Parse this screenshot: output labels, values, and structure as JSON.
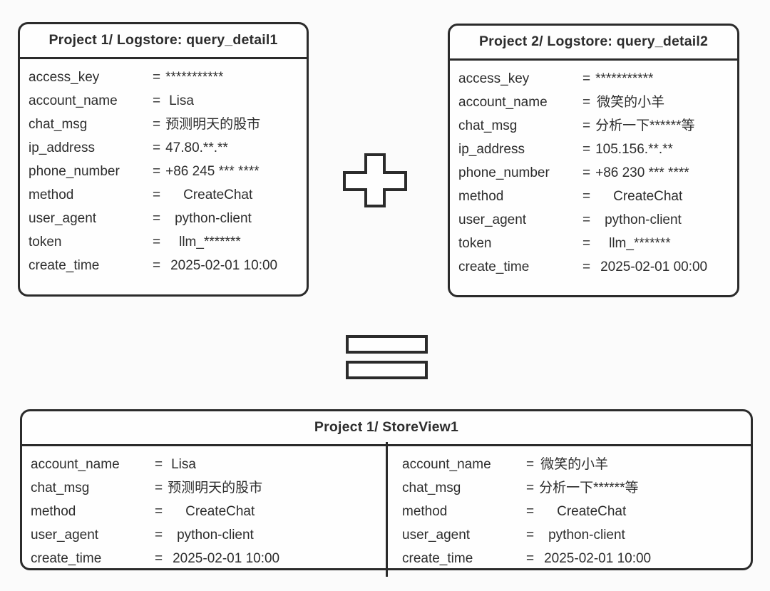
{
  "colors": {
    "border": "#2b2b2b",
    "text": "#2d2d2d",
    "box_background": "#fefefe",
    "page_background": "#fbfbfb"
  },
  "eq": "=",
  "icons": {
    "plus": "plus-icon",
    "equals": "equals-icon"
  },
  "boxes": {
    "top_left": {
      "title": "Project 1/ Logstore: query_detail1",
      "rows": [
        {
          "k": "access_key",
          "v": "***********",
          "pad": 7
        },
        {
          "k": "account_name",
          "v": "Lisa",
          "pad": 12
        },
        {
          "k": "chat_msg",
          "v": "预测明天的股市",
          "pad": 7
        },
        {
          "k": "ip_address",
          "v": "47.80.**.**",
          "pad": 7
        },
        {
          "k": "phone_number",
          "v": "+86 245 *** ****",
          "pad": 7
        },
        {
          "k": "method",
          "v": "CreateChat",
          "pad": 32
        },
        {
          "k": "user_agent",
          "v": "python-client",
          "pad": 20
        },
        {
          "k": "token",
          "v": "llm_*******",
          "pad": 26
        },
        {
          "k": "create_time",
          "v": "2025-02-01 10:00",
          "pad": 14
        }
      ]
    },
    "top_right": {
      "title": "Project 2/ Logstore: query_detail2",
      "rows": [
        {
          "k": "access_key",
          "v": "***********",
          "pad": 7
        },
        {
          "k": "account_name",
          "v": "微笑的小羊",
          "pad": 9
        },
        {
          "k": "chat_msg",
          "v": "分析一下******等",
          "pad": 7
        },
        {
          "k": "ip_address",
          "v": "105.156.**.**",
          "pad": 7
        },
        {
          "k": "phone_number",
          "v": "+86 230 *** ****",
          "pad": 7
        },
        {
          "k": "method",
          "v": "CreateChat",
          "pad": 32
        },
        {
          "k": "user_agent",
          "v": "python-client",
          "pad": 20
        },
        {
          "k": "token",
          "v": "llm_*******",
          "pad": 26
        },
        {
          "k": "create_time",
          "v": "2025-02-01 00:00",
          "pad": 14
        }
      ]
    },
    "bottom": {
      "title": "Project 1/ StoreView1",
      "left_rows": [
        {
          "k": "account_name",
          "v": "Lisa",
          "pad": 12
        },
        {
          "k": "chat_msg",
          "v": "预测明天的股市",
          "pad": 7
        },
        {
          "k": "method",
          "v": "CreateChat",
          "pad": 32
        },
        {
          "k": "user_agent",
          "v": "python-client",
          "pad": 20
        },
        {
          "k": "create_time",
          "v": "2025-02-01 10:00",
          "pad": 14
        }
      ],
      "right_rows": [
        {
          "k": "account_name",
          "v": "微笑的小羊",
          "pad": 9
        },
        {
          "k": "chat_msg",
          "v": "分析一下******等",
          "pad": 7
        },
        {
          "k": "method",
          "v": "CreateChat",
          "pad": 32
        },
        {
          "k": "user_agent",
          "v": "python-client",
          "pad": 20
        },
        {
          "k": "create_time",
          "v": "2025-02-01 10:00",
          "pad": 14
        }
      ]
    }
  }
}
